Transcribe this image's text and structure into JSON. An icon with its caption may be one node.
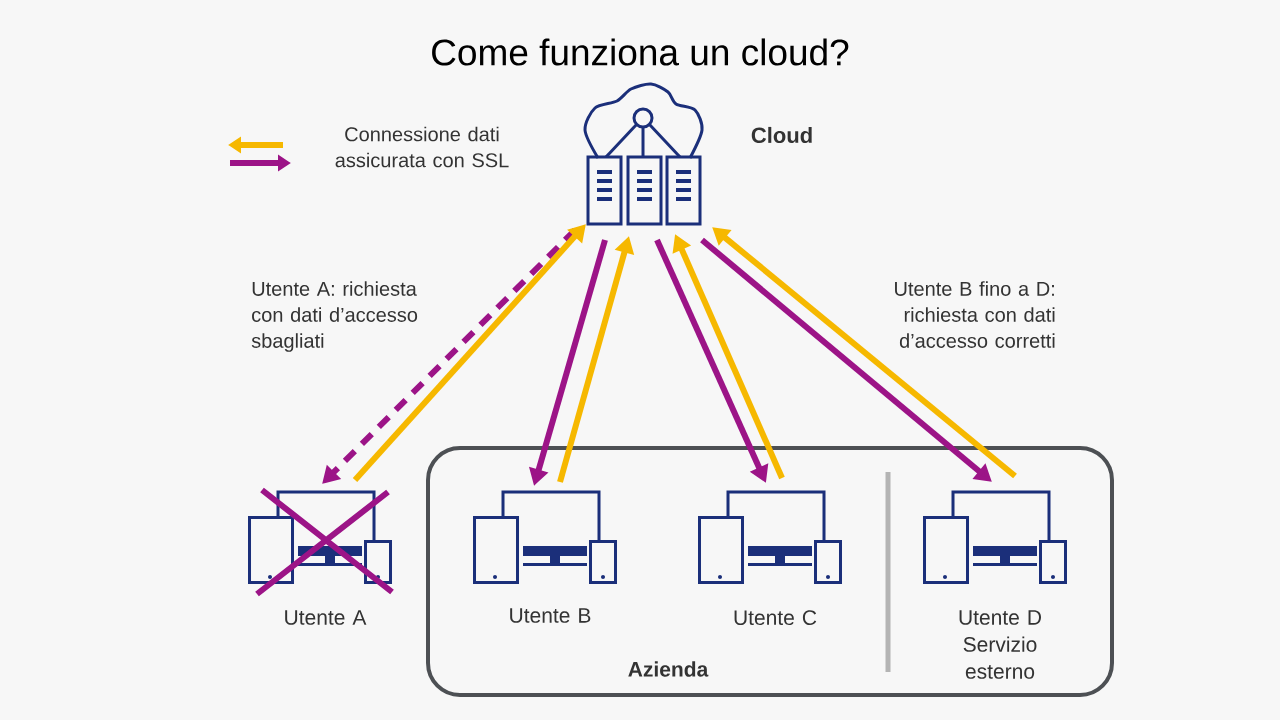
{
  "diagram": {
    "title": "Come funziona un cloud?",
    "nodes": [
      {
        "text": [
          "Cloud"
        ]
      },
      {
        "text": [
          "Azienda"
        ]
      },
      {
        "text": [
          "Utente A"
        ]
      },
      {
        "text": [
          "Utente B"
        ],
        "in": 1
      },
      {
        "text": [
          "Utente C"
        ],
        "in": 1
      },
      {
        "text": [
          "Utente D Servizio esterno"
        ],
        "in": 1
      }
    ],
    "edges": [
      {
        "from": 0,
        "to": 2,
        "arrow": "to",
        "style": "dashed",
        "color": "#9c1487"
      },
      {
        "from": 2,
        "to": 0,
        "arrow": "to",
        "color": "#f6b800"
      },
      {
        "from": 0,
        "to": 3,
        "arrow": "to",
        "color": "#9c1487"
      },
      {
        "from": 3,
        "to": 0,
        "arrow": "to",
        "color": "#f6b800"
      },
      {
        "from": 0,
        "to": 4,
        "arrow": "to",
        "color": "#9c1487"
      },
      {
        "from": 4,
        "to": 0,
        "arrow": "to",
        "color": "#f6b800"
      },
      {
        "from": 0,
        "to": 5,
        "arrow": "to",
        "color": "#9c1487"
      },
      {
        "from": 5,
        "to": 0,
        "arrow": "to",
        "color": "#f6b800"
      }
    ],
    "labels": [
      "Utente A: richiesta con dati d’accesso sbagliati",
      "Utente B fino a D: richiesta con dati d’accesso corretti"
    ],
    "legend": [
      {
        "text": "Connessione dati assicurata con SSL"
      }
    ]
  }
}
